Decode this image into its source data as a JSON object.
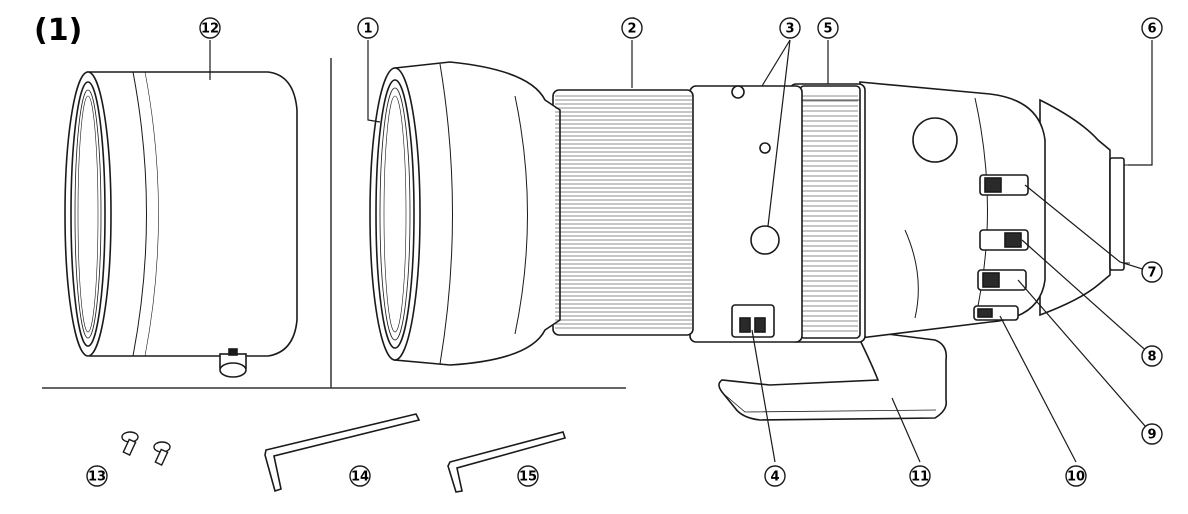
{
  "figure": {
    "section_label": "(1)",
    "callouts": [
      {
        "id": "c1",
        "num": "1"
      },
      {
        "id": "c2",
        "num": "2"
      },
      {
        "id": "c3",
        "num": "3"
      },
      {
        "id": "c4",
        "num": "4"
      },
      {
        "id": "c5",
        "num": "5"
      },
      {
        "id": "c6",
        "num": "6"
      },
      {
        "id": "c7",
        "num": "7"
      },
      {
        "id": "c8",
        "num": "8"
      },
      {
        "id": "c9",
        "num": "9"
      },
      {
        "id": "c10",
        "num": "10"
      },
      {
        "id": "c11",
        "num": "11"
      },
      {
        "id": "c12",
        "num": "12"
      },
      {
        "id": "c13",
        "num": "13"
      },
      {
        "id": "c14",
        "num": "14"
      },
      {
        "id": "c15",
        "num": "15"
      }
    ]
  },
  "colors": {
    "line": "#1a1a1a",
    "fill": "#ffffff",
    "shade": "#f2f2f2",
    "dark": "#2a2a2a"
  },
  "icons": {
    "hood": "lens-hood-icon",
    "lens": "telephoto-lens-icon",
    "screws": "screw-icon",
    "wrench": "hex-wrench-icon"
  }
}
